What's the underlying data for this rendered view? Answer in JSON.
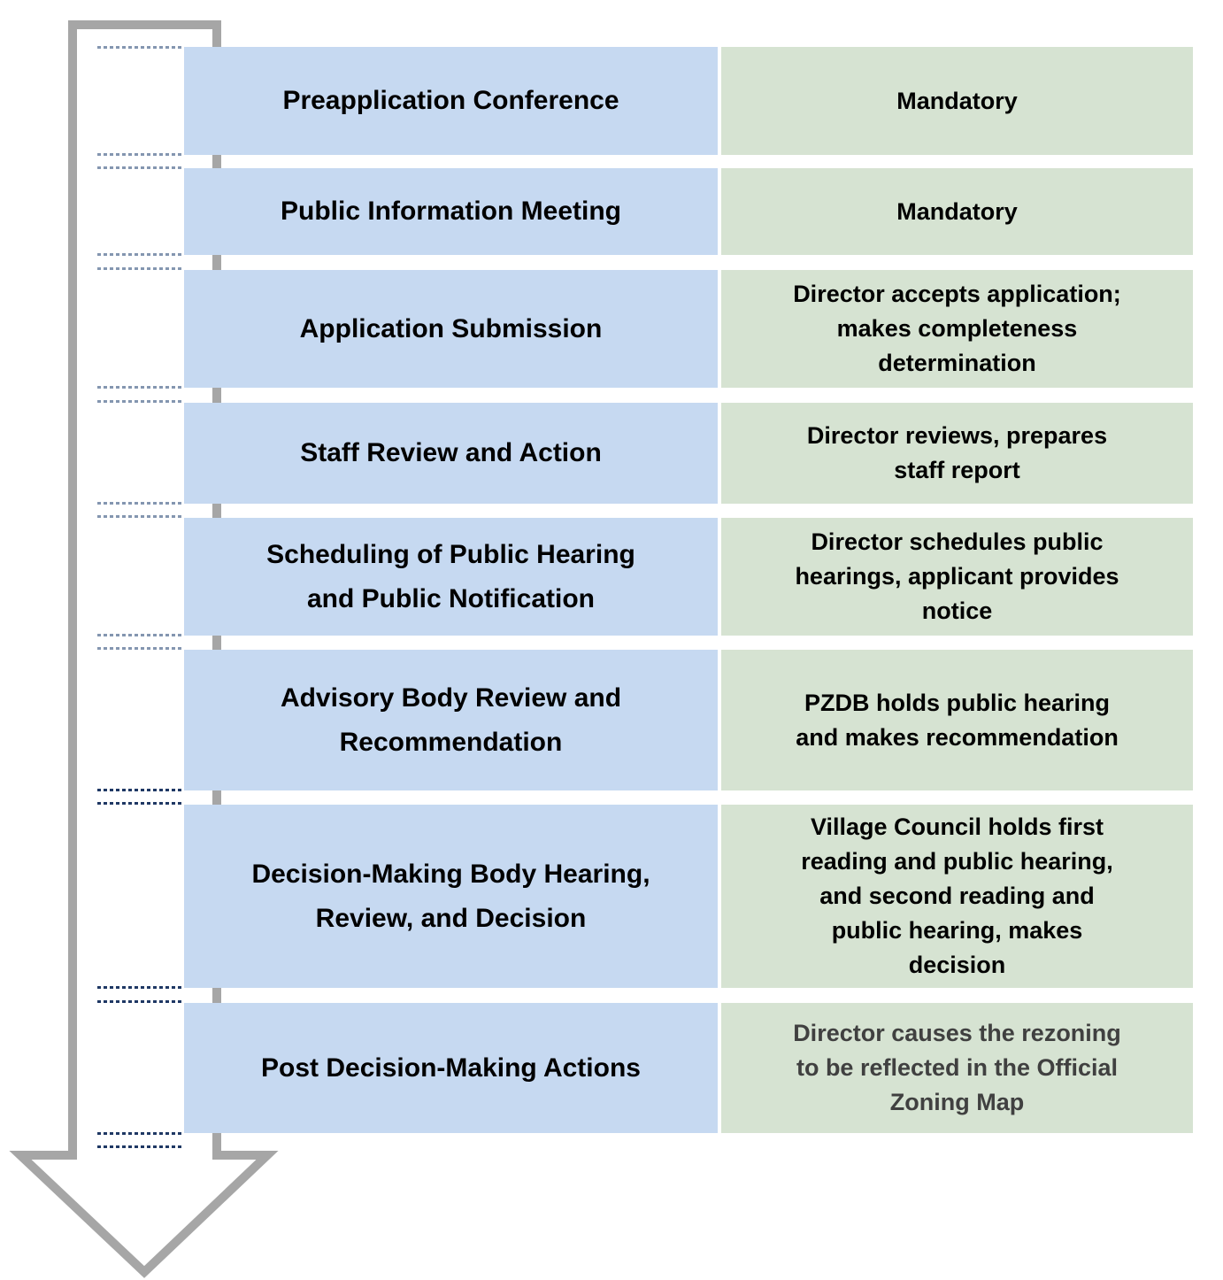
{
  "colors": {
    "step_bg": "#C6D9F1",
    "detail_bg": "#D6E3D2",
    "arrow": "#A6A6A6",
    "dash_light": "#8496B0",
    "dash_dark": "#1F3864",
    "detail_muted_text": "#404040"
  },
  "rows": [
    {
      "step": "Preapplication Conference",
      "detail": "Mandatory"
    },
    {
      "step": "Public Information Meeting",
      "detail": "Mandatory"
    },
    {
      "step": "Application Submission",
      "detail": "Director accepts application;\nmakes completeness\ndetermination"
    },
    {
      "step": "Staff Review and Action",
      "detail": "Director reviews, prepares\nstaff report"
    },
    {
      "step": "Scheduling of Public Hearing\nand Public Notification",
      "detail": "Director schedules public\nhearings, applicant provides\nnotice"
    },
    {
      "step": "Advisory Body Review and\nRecommendation",
      "detail": "PZDB holds public hearing\nand makes recommendation"
    },
    {
      "step": "Decision-Making Body Hearing,\nReview, and Decision",
      "detail": "Village Council holds first\nreading and public hearing,\nand second reading and\npublic hearing, makes\ndecision"
    },
    {
      "step": "Post Decision-Making Actions",
      "detail": "Director causes the rezoning\nto be reflected in the Official\nZoning Map"
    }
  ]
}
